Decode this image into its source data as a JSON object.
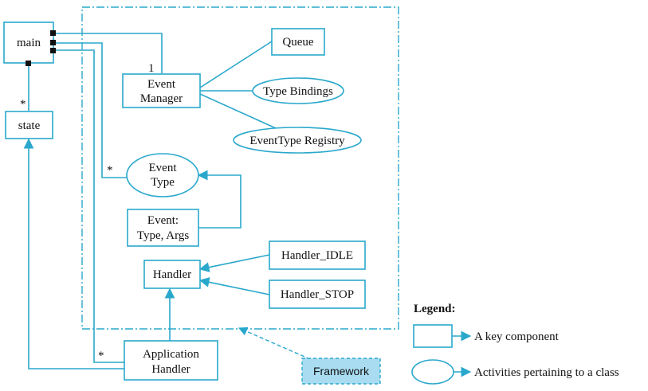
{
  "colors": {
    "line": "#2aa8cc",
    "framework_fill": "#a9dcf0",
    "text": "#111111"
  },
  "nodes": {
    "main": "main",
    "state": "state",
    "event_manager": [
      "Event",
      "Manager"
    ],
    "queue": "Queue",
    "type_bindings": "Type Bindings",
    "eventtype_registry": "EventType Registry",
    "event_type": [
      "Event",
      "Type"
    ],
    "event_args": [
      "Event:",
      "Type, Args"
    ],
    "handler": "Handler",
    "handler_idle": "Handler_IDLE",
    "handler_stop": "Handler_STOP",
    "application_handler": [
      "Application",
      "Handler"
    ],
    "framework": "Framework"
  },
  "multiplicities": {
    "event_manager": "1",
    "state": "*",
    "event_type": "*",
    "application_handler": "*"
  },
  "legend": {
    "title": "Legend:",
    "key_component": "A key component",
    "activities": "Activities pertaining to a class"
  }
}
